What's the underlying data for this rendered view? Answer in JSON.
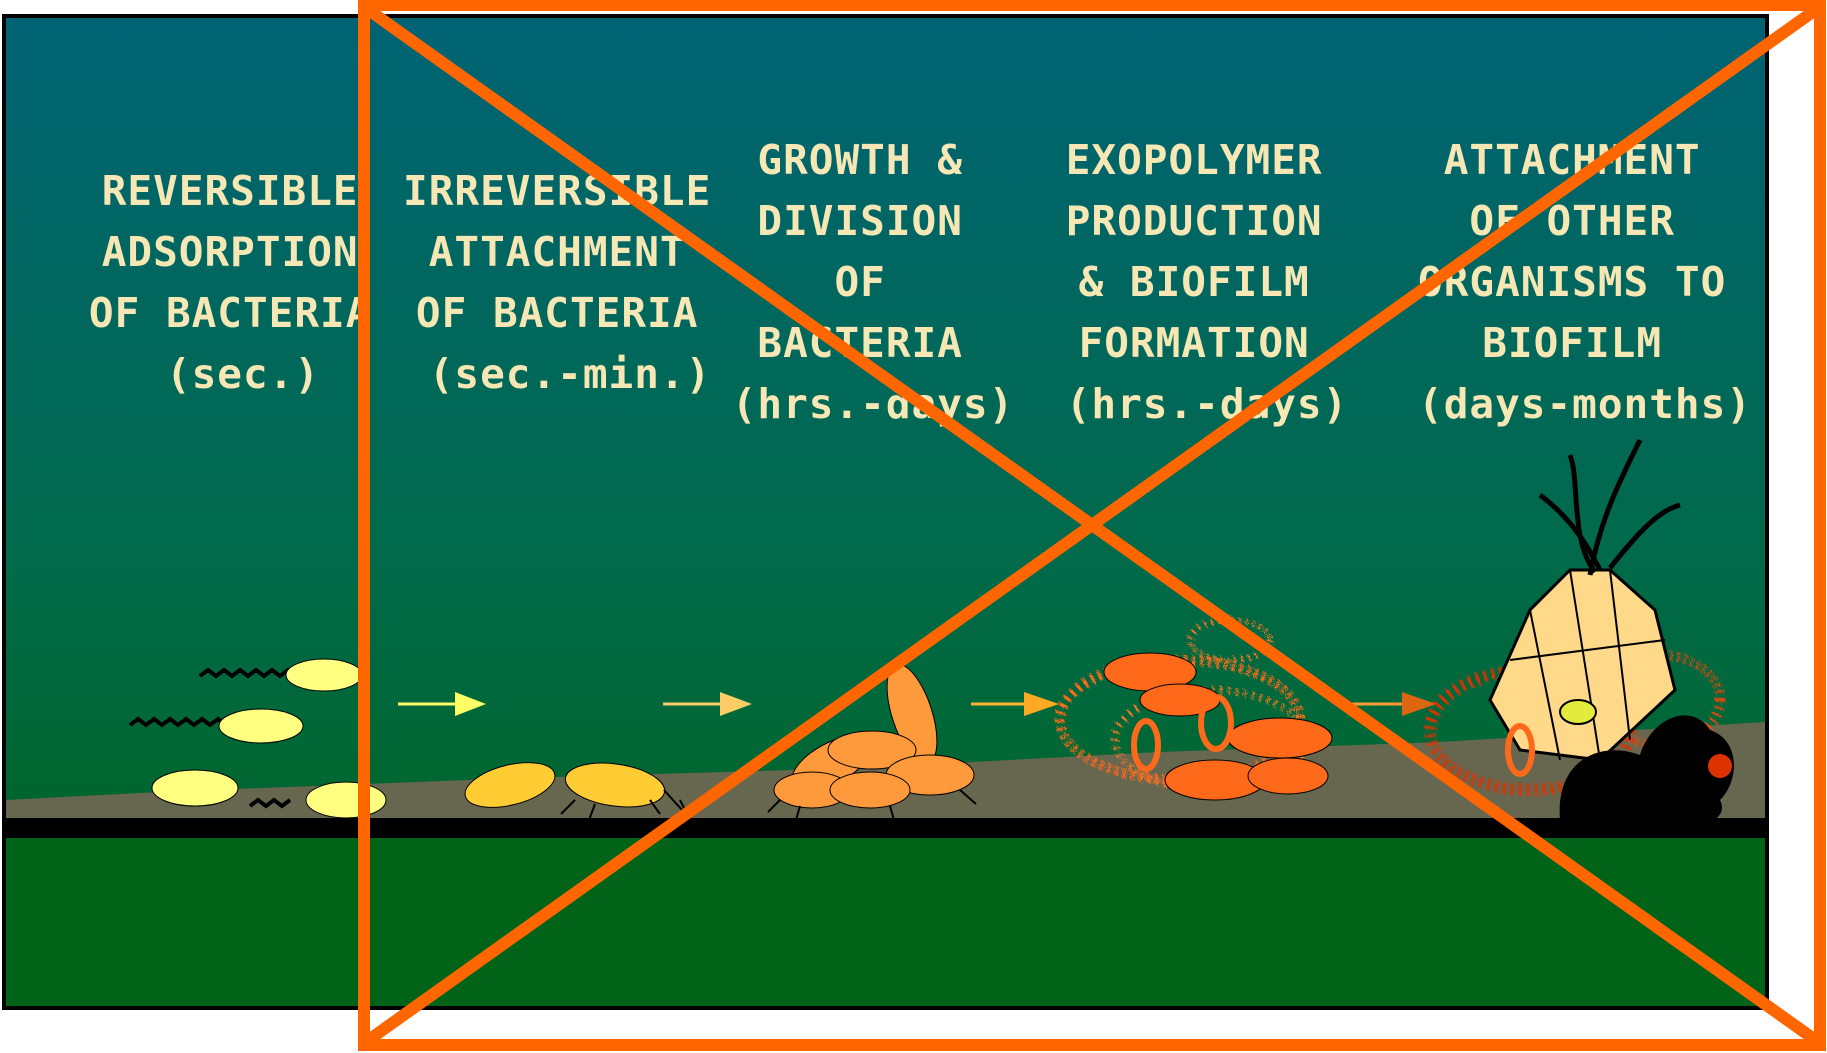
{
  "diagram": {
    "stages": [
      {
        "lines": [
          "REVERSIBLE",
          "ADSORPTION",
          "OF BACTERIA",
          "(sec.)"
        ]
      },
      {
        "lines": [
          "IRREVERSIBLE",
          "ATTACHMENT",
          "OF BACTERIA",
          "(sec.-min.)"
        ]
      },
      {
        "lines": [
          "GROWTH &",
          "DIVISION",
          "OF",
          "BACTERIA",
          "(hrs.-days)"
        ]
      },
      {
        "lines": [
          "EXOPOLYMER",
          "PRODUCTION",
          "& BIOFILM",
          "FORMATION",
          "(hrs.-days)"
        ]
      },
      {
        "lines": [
          "ATTACHMENT",
          "OF OTHER",
          "ORGANISMS TO",
          "BIOFILM",
          "(days-months)"
        ]
      }
    ]
  },
  "colors": {
    "background_top": "#006374",
    "background_bottom": "#006318",
    "label_text": "#f6e7b4",
    "substrate": "#67664f",
    "substrate_line": "#000000",
    "cross_overlay": "#ff6600",
    "bacteria_yellow": "#ffff80",
    "bacteria_gold": "#ffcc33",
    "bacteria_orange": "#ff9a3c",
    "biofilm_orange": "#ff6a1a"
  },
  "overlay": {
    "type": "crossed-out-frame"
  }
}
